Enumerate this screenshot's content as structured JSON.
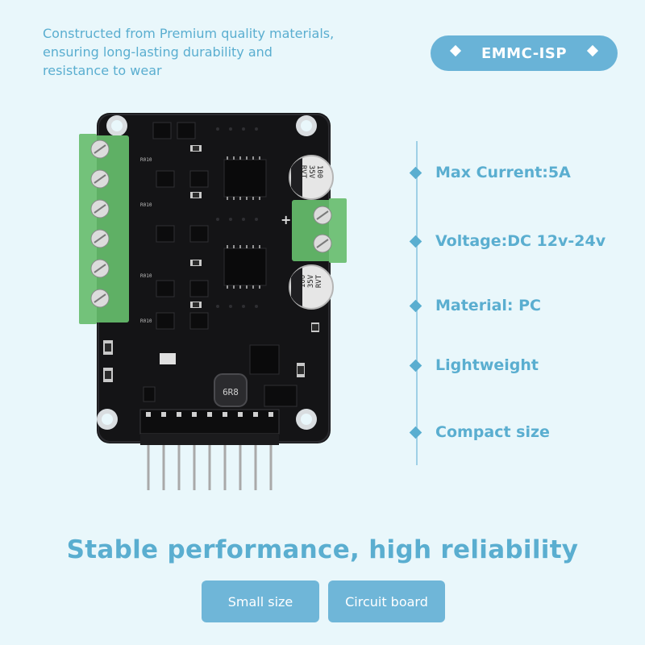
{
  "intro": {
    "line1": "Constructed from Premium quality materials,",
    "line2": "ensuring long-lasting durability and",
    "line3": "resistance to wear"
  },
  "badge": {
    "label": "EMMC-ISP"
  },
  "board": {
    "cap1": [
      "100",
      "35V",
      "RVT"
    ],
    "cap2": [
      "100",
      "35V",
      "RVT"
    ],
    "inductor": "6R8",
    "plus": "+",
    "resistor_marks": [
      "R010",
      "R010",
      "R010",
      "R010"
    ]
  },
  "features": [
    {
      "label": "Max Current:5A"
    },
    {
      "label": "Voltage:DC 12v-24v"
    },
    {
      "label": "Material: PC"
    },
    {
      "label": "Lightweight"
    },
    {
      "label": "Compact size"
    }
  ],
  "headline": "Stable performance, high reliability",
  "buttons": [
    {
      "label": "Small size"
    },
    {
      "label": "Circuit board"
    }
  ],
  "colors": {
    "accent": "#5aaed0",
    "background": "#e9f7fb",
    "board": "#141416",
    "terminal": "#6fbf73"
  }
}
